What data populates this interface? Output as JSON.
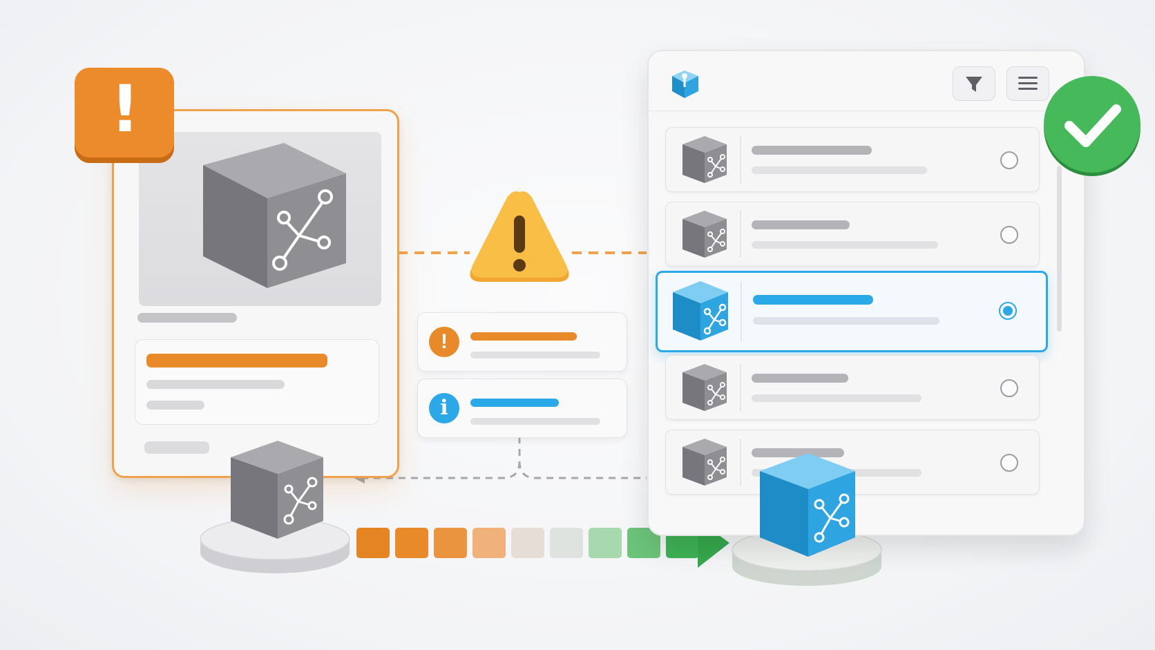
{
  "colors": {
    "warning_orange": "#e8892a",
    "alert_yellow": "#f7b83d",
    "info_blue": "#2ba8e8",
    "success_green": "#3fb356",
    "cube_gray": "#8e8e93",
    "cube_blue": "#2ea5e0"
  },
  "icons": {
    "left_badge": "exclamation-icon",
    "center_alert": "warning-triangle-icon",
    "success_badge": "check-icon",
    "toolbar_filter": "filter-icon",
    "toolbar_menu": "menu-icon",
    "notice_1": "exclamation-circle-icon",
    "notice_2": "info-circle-icon",
    "cube_emblem": "network-graph-icon"
  },
  "glyphs": {
    "exclamation": "!",
    "info": "i"
  },
  "list": {
    "selected_index": 2,
    "rows": 5
  }
}
